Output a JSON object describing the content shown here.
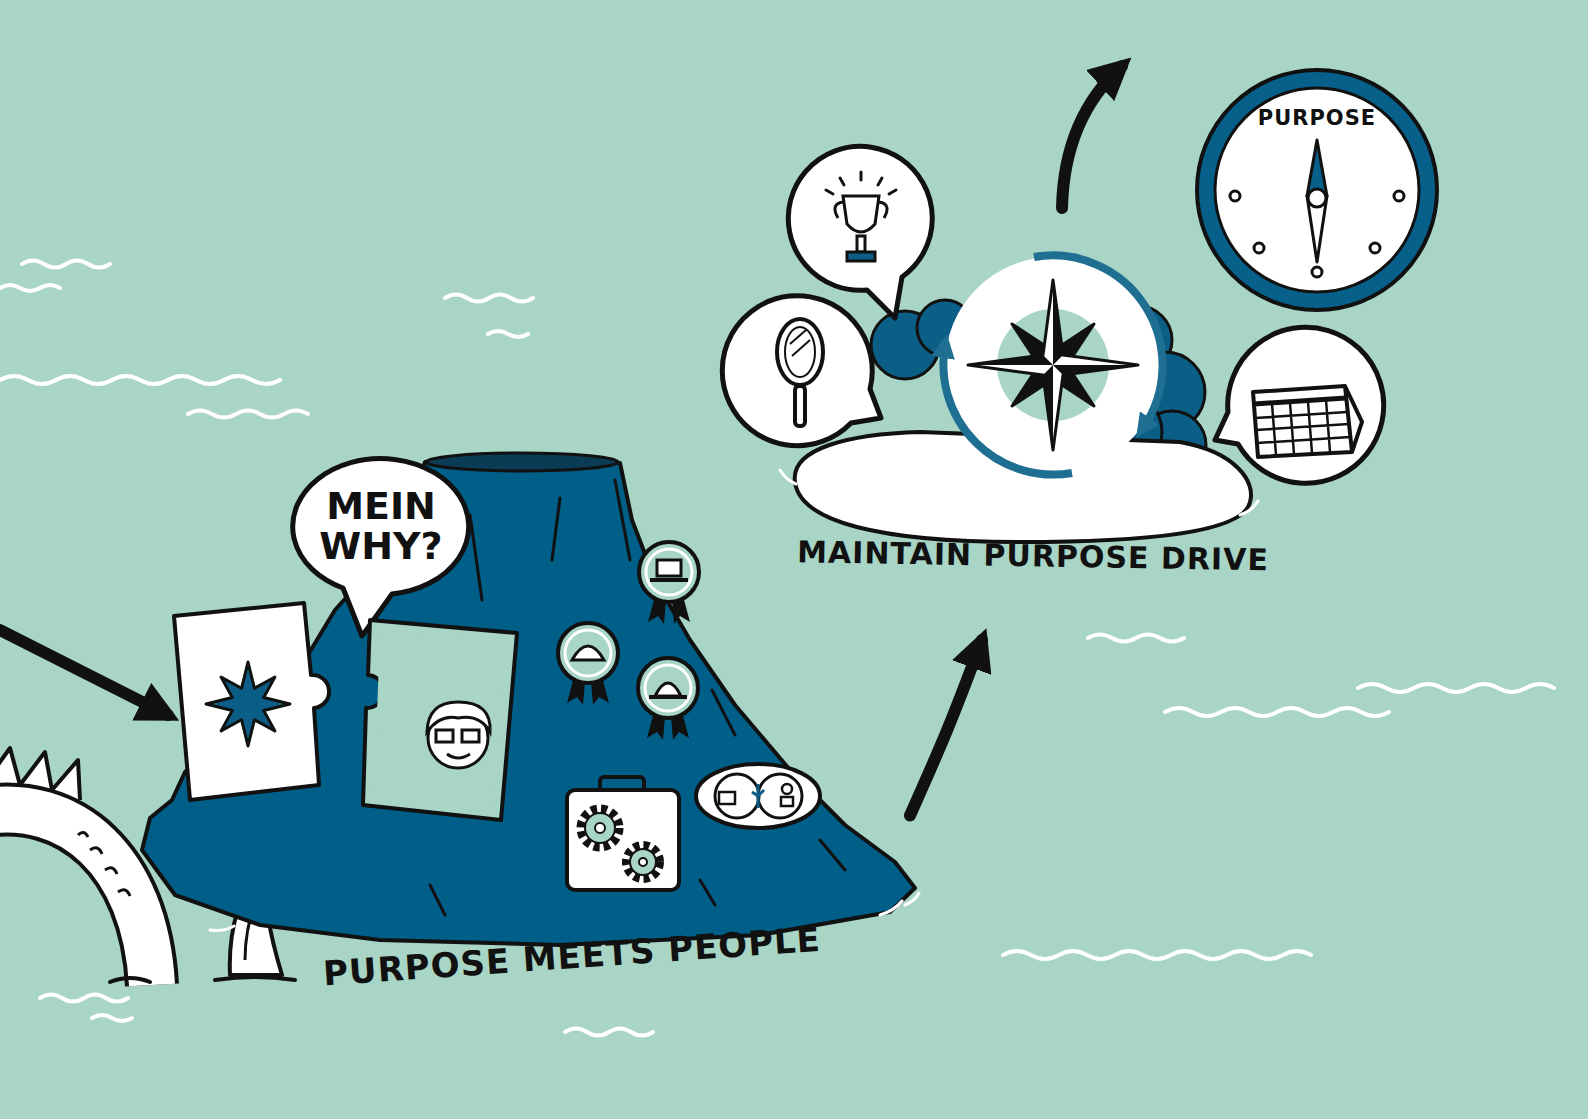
{
  "diagram": {
    "nodes": [
      {
        "text": [
          "PURPOSE MEETS PEOPLE"
        ]
      },
      {
        "text": [
          "MEIN WHY?"
        ]
      },
      {
        "text": [
          "MAINTAIN PURPOSE DRIVE"
        ]
      },
      {
        "text": [
          "PURPOSE"
        ]
      }
    ],
    "edges": [
      {
        "from": 0,
        "to": 2,
        "arrow": "to"
      }
    ]
  }
}
